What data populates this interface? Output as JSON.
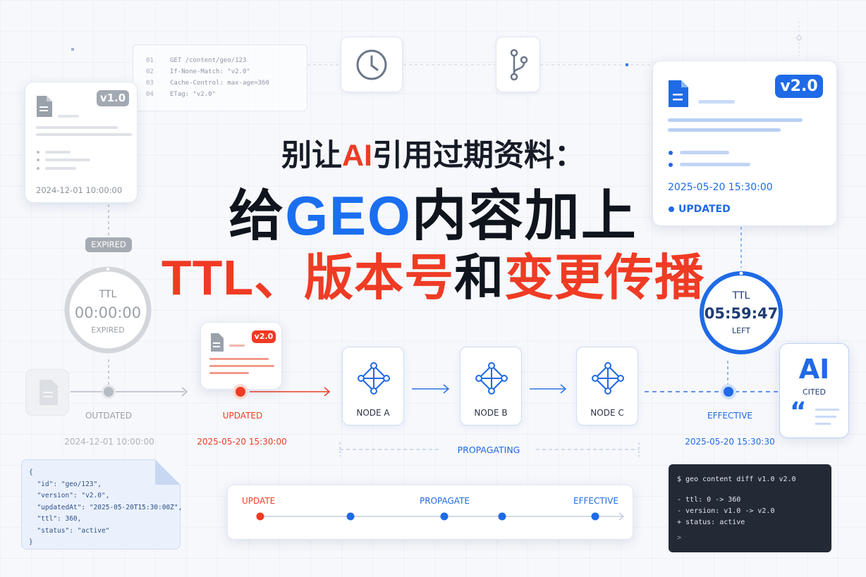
{
  "title": {
    "line1_a": "别让",
    "line1_b": "AI",
    "line1_c": "引用过期资料：",
    "line2_a": "给",
    "line2_b": "GEO",
    "line2_c": "内容加上",
    "line3_a": "TTL、版本号",
    "line3_b": "和",
    "line3_c": "变更传播"
  },
  "code_snippet": {
    "lines": [
      {
        "n": "01",
        "text": "GET /content/geo/123"
      },
      {
        "n": "02",
        "text": "If-None-Match: \"v2.0\""
      },
      {
        "n": "03",
        "text": "Cache-Control: max-age=360"
      },
      {
        "n": "04",
        "text": "ETag: \"v2.0\""
      }
    ]
  },
  "old_card": {
    "version": "v1.0",
    "date": "2024-12-01 10:00:00"
  },
  "new_card": {
    "version": "v2.0",
    "date": "2025-05-20 15:30:00",
    "status": "UPDATED"
  },
  "expired_badge": "EXPIRED",
  "ttl_expired": {
    "label": "TTL",
    "time": "00:00:00",
    "sub": "EXPIRED"
  },
  "ttl_left": {
    "label": "TTL",
    "time": "05:59:47",
    "sub": "LEFT"
  },
  "ttl_left_fraction": 0.9999,
  "mid_card": {
    "version": "v2.0"
  },
  "timeline": {
    "outdated_label": "OUTDATED",
    "outdated_date": "2024-12-01 10:00:00",
    "updated_label": "UPDATED",
    "updated_date": "2025-05-20 15:30:00",
    "effective_label": "EFFECTIVE",
    "effective_date": "2025-05-20 15:30:30",
    "propagating": "PROPAGATING"
  },
  "nodes": [
    "NODE A",
    "NODE B",
    "NODE C"
  ],
  "ai_card": {
    "title": "AI",
    "sub": "CITED"
  },
  "json_card": {
    "lines": [
      "{",
      "  \"id\": \"geo/123\",",
      "  \"version\": \"v2.0\",",
      "  \"updatedAt\": \"2025-05-20T15:30:00Z\",",
      "  \"ttl\": 360,",
      "  \"status\": \"active\"",
      "}"
    ]
  },
  "progress": {
    "update": "UPDATE",
    "propagate": "PROPAGATE",
    "effective": "EFFECTIVE"
  },
  "terminal": {
    "cmd": "$ geo content diff v1.0 v2.0",
    "lines": [
      "- ttl: 0 -> 360",
      "- version: v1.0 -> v2.0",
      "+ status: active"
    ],
    "prompt": ">"
  },
  "colors": {
    "blue": "#1a6ff0",
    "red": "#ef3b24",
    "gray": "#b4b9c2",
    "dark": "#0f141d"
  }
}
